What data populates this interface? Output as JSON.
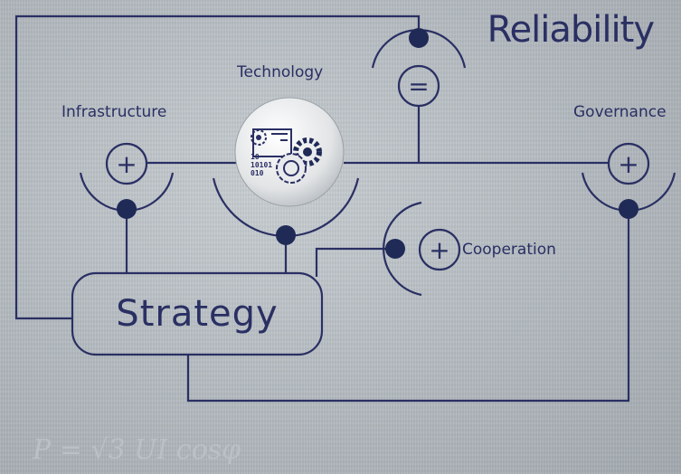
{
  "title": "Reliability",
  "labels": {
    "technology": "Technology",
    "infrastructure": "Infrastructure",
    "governance": "Governance",
    "cooperation": "Cooperation",
    "strategy": "Strategy"
  },
  "symbols": {
    "plus": "+",
    "equals": "="
  },
  "formula": "P = √3 UI cosφ",
  "colors": {
    "line": "#2a2f63",
    "dot": "#1f2a57",
    "text": "#2a2f63"
  },
  "icons": {
    "center": "gears-binary-icon"
  }
}
